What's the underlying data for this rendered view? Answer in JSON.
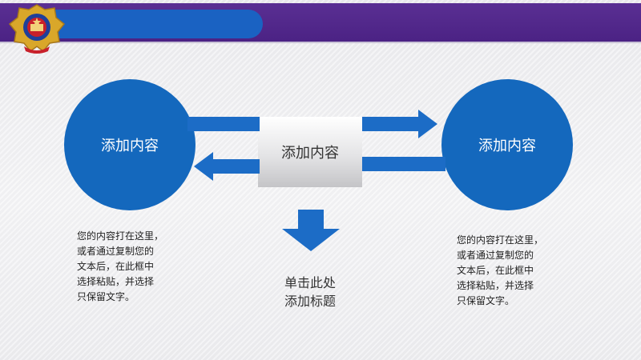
{
  "colors": {
    "header_purple": "#4b2284",
    "title_pill_blue": "#1a62c2",
    "circle_blue": "#1468bd",
    "arrow_blue": "#1c6cc6",
    "emblem_gold": "#d9a72a",
    "emblem_red": "#c8202a"
  },
  "icons": {
    "emblem": "police-emblem-icon"
  },
  "left_circle": {
    "label": "添加内容"
  },
  "right_circle": {
    "label": "添加内容"
  },
  "center_box": {
    "label": "添加内容"
  },
  "left_text": {
    "lines": [
      "您的内容打在这里，",
      "或者通过复制您的",
      "文本后，在此框中",
      "选择粘贴，并选择",
      "只保留文字。"
    ]
  },
  "right_text": {
    "lines": [
      "您的内容打在这里，",
      "或者通过复制您的",
      "文本后，在此框中",
      "选择粘贴，并选择",
      "只保留文字。"
    ]
  },
  "click_title": {
    "lines": [
      "单击此处",
      "添加标题"
    ]
  }
}
